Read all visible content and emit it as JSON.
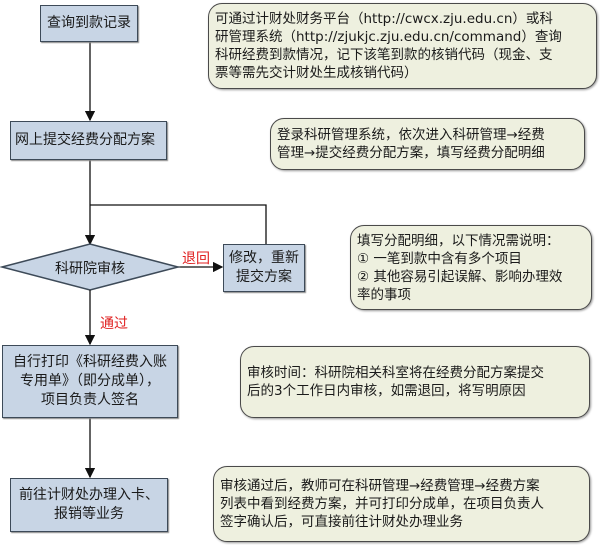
{
  "steps": {
    "query": "查询到款记录",
    "submit": "网上提交经费分配方案",
    "review": "科研院审核",
    "revise": [
      "修改，重新",
      "提交方案"
    ],
    "print": [
      "自行打印《科研经费入账",
      "专用单》（即分成单），",
      "项目负责人签名"
    ],
    "finance": [
      "前往计财处办理入卡、",
      "报销等业务"
    ]
  },
  "labels": {
    "reject": "退回",
    "pass": "通过"
  },
  "notes": {
    "query": [
      "可通过计财处财务平台（http://cwcx.zju.edu.cn）或科",
      "研管理系统（http://zjukjc.zju.edu.cn/command）查询",
      "科研经费到款情况，记下该笔到款的核销代码（现金、支",
      "票等需先交计财处生成核销代码）"
    ],
    "submit": [
      "登录科研管理系统，依次进入科研管理→经费",
      "管理→提交经费分配方案，填写经费分配明细"
    ],
    "details": [
      "填写分配明细，以下情况需说明：",
      "① 一笔到款中含有多个项目",
      "② 其他容易引起误解、影响办理效",
      "率的事项"
    ],
    "review_time": [
      "审核时间：科研院相关科室将在经费分配方案提交",
      "后的3个工作日内审核，如需退回，将写明原因"
    ],
    "after_pass": [
      "审核通过后，教师可在科研管理→经费管理→经费方案",
      "列表中看到经费方案，并可打印分成单，在项目负责人",
      "签字确认后，可直接前往计财处办理业务"
    ]
  },
  "colors": {
    "box": "#c8d5e5",
    "note": "#eef0df",
    "label": "#e02020"
  }
}
